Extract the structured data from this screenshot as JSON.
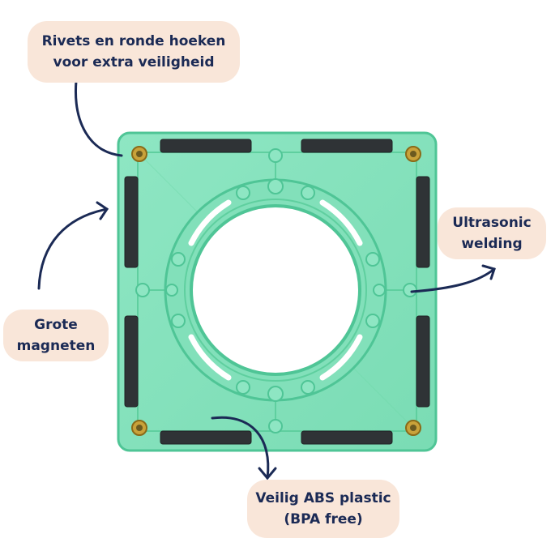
{
  "callouts": {
    "rivets": {
      "line1": "Rivets en ronde hoeken",
      "line2": "voor extra veiligheid"
    },
    "ultrasonic": {
      "line1": "Ultrasonic",
      "line2": "welding"
    },
    "magnets": {
      "line1": "Grote",
      "line2": "magneten"
    },
    "plastic": {
      "line1": "Veilig ABS plastic",
      "line2": "(BPA free)"
    }
  },
  "colors": {
    "tile": "#86e3bd",
    "tile_edge": "#4fc596",
    "magnet": "#2f3336",
    "callout_bg": "#f9e6d9",
    "text": "#1b2a55",
    "arrow": "#1b2a55",
    "rivet": "#c9a23a"
  },
  "icons": [
    "arrow-icon",
    "rivet-icon",
    "magnet-icon"
  ]
}
